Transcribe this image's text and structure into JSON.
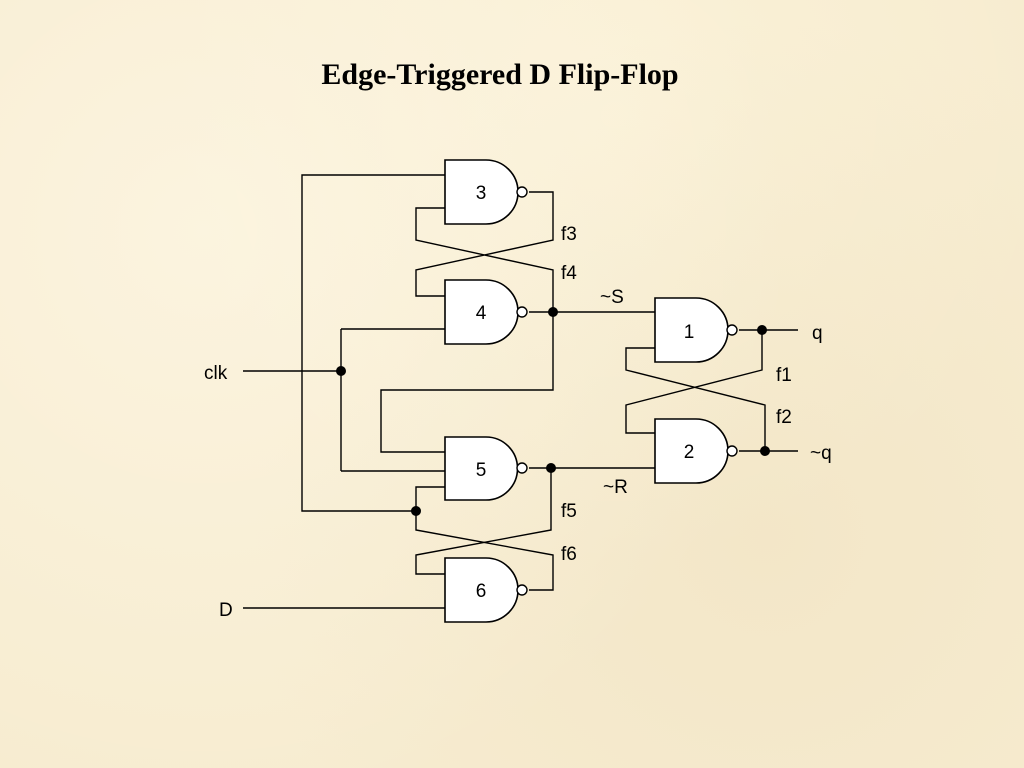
{
  "title": "Edge-Triggered D Flip-Flop",
  "gates": {
    "g1": "1",
    "g2": "2",
    "g3": "3",
    "g4": "4",
    "g5": "5",
    "g6": "6"
  },
  "nodes": {
    "f1": "f1",
    "f2": "f2",
    "f3": "f3",
    "f4": "f4",
    "f5": "f5",
    "f6": "f6",
    "not_s": "~S",
    "not_r": "~R"
  },
  "inputs": {
    "clk": "clk",
    "d": "D"
  },
  "outputs": {
    "q": "q",
    "not_q": "~q"
  }
}
